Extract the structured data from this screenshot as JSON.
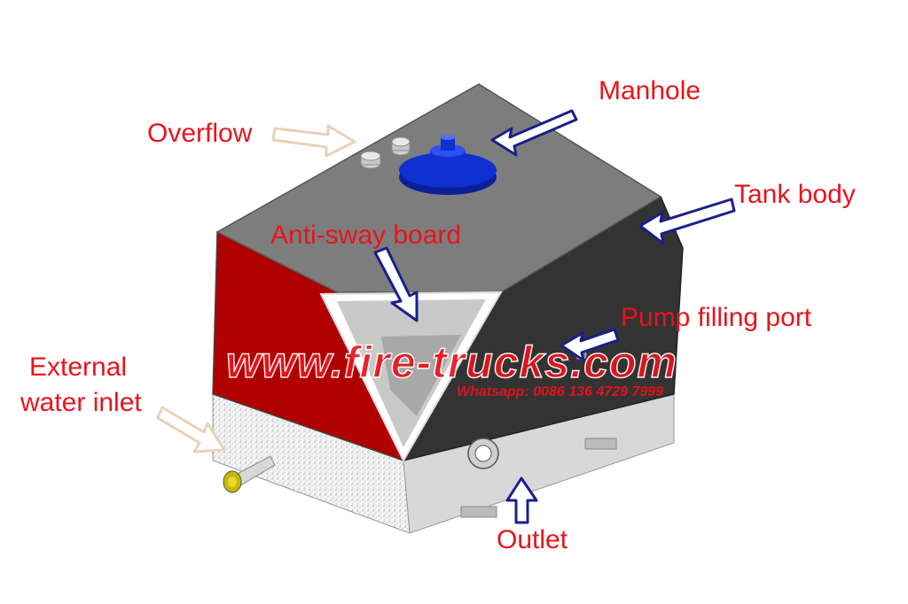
{
  "labels": {
    "manhole": "Manhole",
    "overflow": "Overflow",
    "tank_body": "Tank body",
    "anti_sway_board": "Anti-sway board",
    "pump_filling_port": "Pump filling port",
    "external_water_inlet_line1": "External",
    "external_water_inlet_line2": "water inlet",
    "outlet": "Outlet"
  },
  "watermark": {
    "url": "www.fire-trucks.com",
    "contact": "Whatsapp: 0086 136 4729 7999"
  },
  "colors": {
    "label": "#e8141c",
    "arrow_stroke": "#1a1f8a",
    "arrow_light": "#e8d2b8",
    "top_panel": "#7d7d7d",
    "front_panel": "#b00000",
    "side_panel": "#333333",
    "manhole": "#1030d0"
  }
}
